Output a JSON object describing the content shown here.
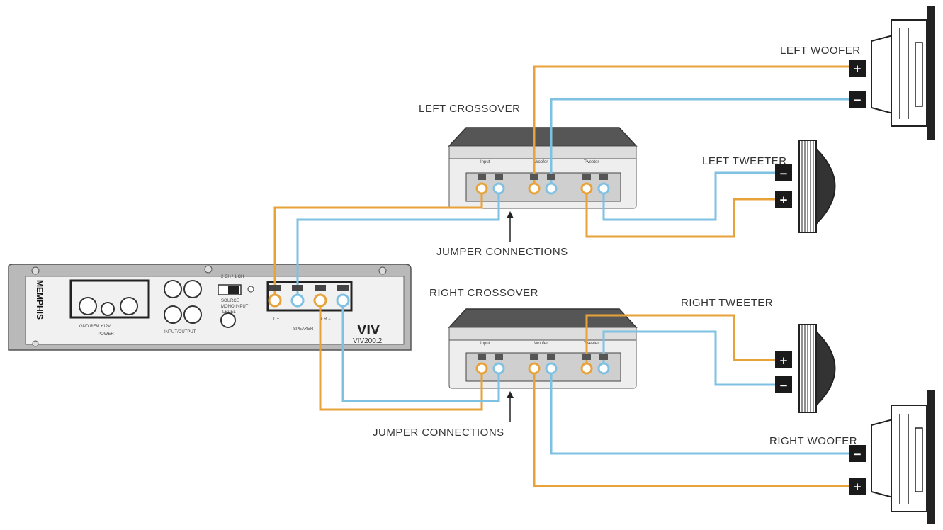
{
  "labels": {
    "left_woofer": "LEFT WOOFER",
    "left_crossover": "LEFT CROSSOVER",
    "left_tweeter": "LEFT TWEETER",
    "jumper_top": "JUMPER CONNECTIONS",
    "right_crossover": "RIGHT CROSSOVER",
    "right_tweeter": "RIGHT TWEETER",
    "jumper_bottom": "JUMPER CONNECTIONS",
    "right_woofer": "RIGHT WOOFER"
  },
  "terminals": {
    "plus": "+",
    "minus": "−"
  },
  "amplifier": {
    "brand": "MEMPHIS",
    "model_logo": "VIV",
    "model": "VIV200.2",
    "power_caption": "GND REM +12V",
    "power_label": "POWER",
    "input_label": "INPUT/OUTPUT",
    "level_label": "LEVEL",
    "switch_top": "2 CH / 1 CH",
    "switch_mid": "SOURCE",
    "switch_bottom": "MONO INPUT",
    "speaker_label": "SPEAKER",
    "right_marks": "+ R −",
    "left_marks": "L +"
  },
  "crossover": {
    "input_label": "Input",
    "woofer_label": "Woofer",
    "tweeter_label": "Tweeter"
  },
  "colors": {
    "positive_wire": "#e8a23a",
    "negative_wire": "#7fc1e3",
    "terminal_box": "#1a1a1a"
  }
}
